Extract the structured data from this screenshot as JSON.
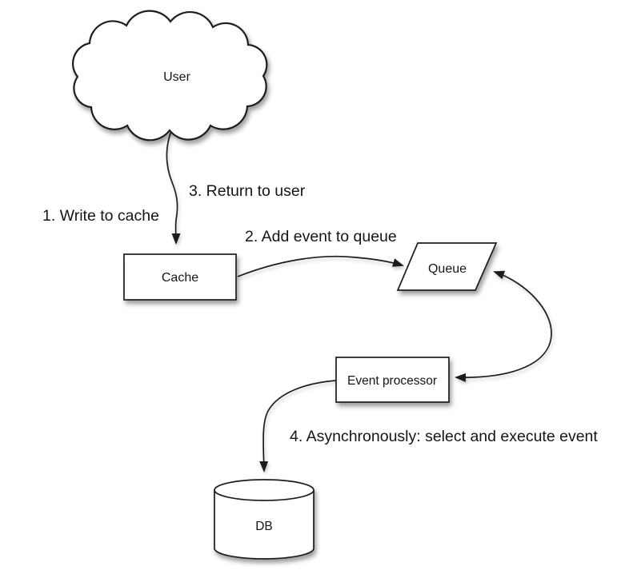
{
  "diagram": {
    "background_color": "#ffffff",
    "stroke_color": "#1f1f1f",
    "node_fill_color": "#ffffff",
    "text_color": "#151515",
    "nodes": [
      {
        "id": "user",
        "label": "User",
        "shape": "cloud"
      },
      {
        "id": "cache",
        "label": "Cache",
        "shape": "rectangle"
      },
      {
        "id": "queue",
        "label": "Queue",
        "shape": "parallelogram"
      },
      {
        "id": "event-processor",
        "label": "Event processor",
        "shape": "rectangle"
      },
      {
        "id": "db",
        "label": "DB",
        "shape": "cylinder"
      }
    ],
    "annotations": [
      {
        "id": "step-1",
        "text": "1. Write to cache"
      },
      {
        "id": "step-2",
        "text": "2. Add event to queue"
      },
      {
        "id": "step-3",
        "text": "3. Return to user"
      },
      {
        "id": "step-4",
        "text": "4. Asynchronously: select and execute event"
      }
    ],
    "edges": [
      {
        "from": "user",
        "to": "cache",
        "arrowheads": "end",
        "style": "curved"
      },
      {
        "from": "cache",
        "to": "queue",
        "arrowheads": "end",
        "style": "curved"
      },
      {
        "from": "queue",
        "to": "event-processor",
        "arrowheads": "both",
        "style": "curved"
      },
      {
        "from": "event-processor",
        "to": "db",
        "arrowheads": "end",
        "style": "curved"
      }
    ]
  }
}
